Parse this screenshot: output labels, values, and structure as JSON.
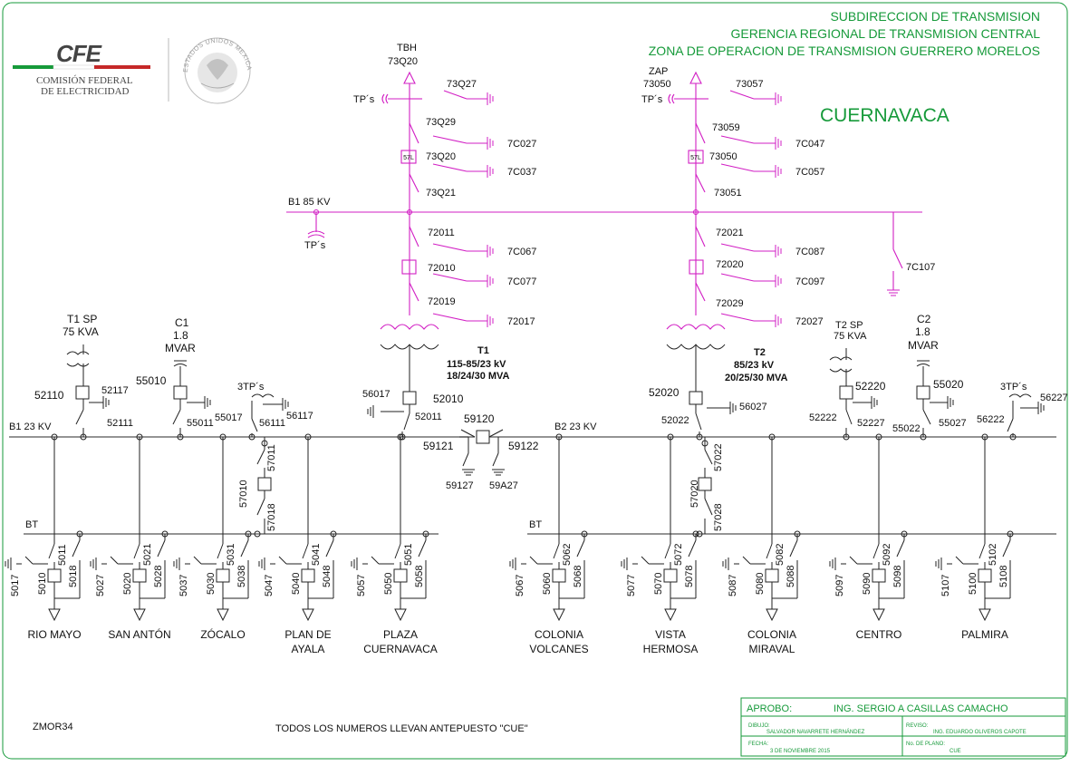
{
  "header": {
    "line1": "SUBDIRECCION DE TRANSMISION",
    "line2": "GERENCIA REGIONAL DE TRANSMISION CENTRAL",
    "line3": "ZONA DE OPERACION DE TRANSMISION GUERRERO MORELOS",
    "station": "CUERNAVACA"
  },
  "logo": {
    "cfe": "CFE",
    "name1": "COMISIÓN FEDERAL",
    "name2": "DE ELECTRICIDAD",
    "seal": "ESTADOS UNIDOS MEXICANOS"
  },
  "hv": {
    "line1_name": "TBH",
    "line1_id": "73Q20",
    "line2_name": "ZAP",
    "line2_id": "73050",
    "tps": "TP´s",
    "l1_sw_a": "73Q27",
    "l1_sw_b": "73Q29",
    "l1_brk": "73Q20",
    "l1_sw_c": "73Q21",
    "l1_g1": "7C027",
    "l1_g2": "7C037",
    "l2_sw_a": "73057",
    "l2_sw_b": "73059",
    "l2_brk": "73050",
    "l2_sw_c": "73051",
    "l2_g1": "7C047",
    "l2_g2": "7C057",
    "relay": "57L",
    "bus": "B1 85 KV",
    "bus_tps": "TP´s",
    "ground_sw": "7C107",
    "t1_sw_a": "72011",
    "t1_brk": "72010",
    "t1_sw_b": "72019",
    "t1_g1": "7C067",
    "t1_g2": "7C077",
    "t1_g3": "72017",
    "t2_sw_a": "72021",
    "t2_brk": "72020",
    "t2_sw_b": "72029",
    "t2_g1": "7C087",
    "t2_g2": "7C097",
    "t2_g3": "72027"
  },
  "transformers": {
    "t1_name": "T1",
    "t1_kv": "115-85/23 kV",
    "t1_mva": "18/24/30 MVA",
    "t2_name": "T2",
    "t2_kv": "85/23 kV",
    "t2_mva": "20/25/30 MVA"
  },
  "mv": {
    "bus1": "B1 23 KV",
    "bus2": "B2 23 KV",
    "bt": "BT",
    "t1sp_name": "T1 SP",
    "t1sp_kva": "75 KVA",
    "c1_name": "C1",
    "c1_val": "1.8",
    "c1_unit": "MVAR",
    "tp3": "3TP´s",
    "t2sp_name": "T2 SP",
    "t2sp_kva": "75 KVA",
    "c2_name": "C2",
    "c2_val": "1.8",
    "c2_unit": "MVAR",
    "n52110": "52110",
    "n52117": "52117",
    "n52111": "52111",
    "n55010": "55010",
    "n55017": "55017",
    "n55011": "55011",
    "n56111": "56111",
    "n56117": "56117",
    "n56017": "56017",
    "n52010": "52010",
    "n52011": "52011",
    "n59120": "59120",
    "n59121": "59121",
    "n59122": "59122",
    "n59127": "59127",
    "n59A27": "59A27",
    "n52020": "52020",
    "n52022": "52022",
    "n56027": "56027",
    "n52220": "52220",
    "n52222": "52222",
    "n52227": "52227",
    "n55020": "55020",
    "n55022": "55022",
    "n55027": "55027",
    "n56222": "56222",
    "n56227": "56227",
    "n57010": "57010",
    "n57011": "57011",
    "n57018": "57018",
    "n57020": "57020",
    "n57022": "57022",
    "n57028": "57028"
  },
  "feeders": [
    {
      "a": "5017",
      "b": "5010",
      "c": "5011",
      "d": "5018",
      "name1": "RIO MAYO",
      "name2": ""
    },
    {
      "a": "5027",
      "b": "5020",
      "c": "5021",
      "d": "5028",
      "name1": "SAN ANTÓN",
      "name2": ""
    },
    {
      "a": "5037",
      "b": "5030",
      "c": "5031",
      "d": "5038",
      "name1": "ZÓCALO",
      "name2": ""
    },
    {
      "a": "5047",
      "b": "5040",
      "c": "5041",
      "d": "5048",
      "name1": "PLAN DE",
      "name2": "AYALA"
    },
    {
      "a": "5057",
      "b": "5050",
      "c": "5051",
      "d": "5058",
      "name1": "PLAZA",
      "name2": "CUERNAVACA"
    },
    {
      "a": "5067",
      "b": "5060",
      "c": "5062",
      "d": "5068",
      "name1": "COLONIA",
      "name2": "VOLCANES"
    },
    {
      "a": "5077",
      "b": "5070",
      "c": "5072",
      "d": "5078",
      "name1": "VISTA",
      "name2": "HERMOSA"
    },
    {
      "a": "5087",
      "b": "5080",
      "c": "5082",
      "d": "5088",
      "name1": "COLONIA",
      "name2": "MIRAVAL"
    },
    {
      "a": "5097",
      "b": "5090",
      "c": "5092",
      "d": "5098",
      "name1": "CENTRO",
      "name2": ""
    },
    {
      "a": "5107",
      "b": "5100",
      "c": "5102",
      "d": "5108",
      "name1": "PALMIRA",
      "name2": ""
    }
  ],
  "footer": {
    "code": "ZMOR34",
    "note": "TODOS LOS NUMEROS LLEVAN ANTEPUESTO \"CUE\"",
    "aprobo_label": "APROBO:",
    "aprobo_name": "ING. SERGIO A  CASILLAS CAMACHO",
    "dibujo_label": "DIBUJO:",
    "dibujo_name": "SALVADOR NAVARRETE HERNÁNDEZ",
    "reviso_label": "REVISO:",
    "reviso_name": "ING. EDUARDO OLIVEROS CAPOTE",
    "fecha_label": "FECHA:",
    "fecha_value": "3 DE NOVIEMBRE 2015",
    "plano_label": "No. DE PLANO:",
    "plano_value": "CUE"
  },
  "colors": {
    "hv": "#d21fc4",
    "mv": "#555555",
    "title": "#169a3a"
  }
}
